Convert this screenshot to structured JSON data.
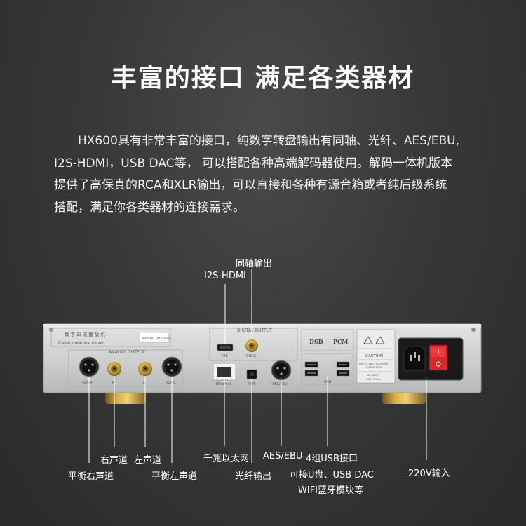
{
  "title": "丰富的接口 满足各类器材",
  "description": [
    "HX600具有非常丰富的接口，纯数字转盘输出有同轴、光纤、AES/EBU,",
    "I2S-HDMI，USB DAC等， 可以搭配各种高端解码器使用。解码一体机版本",
    "提供了高保真的RCA和XLR输出，可以直接和各种有源音箱或者纯后级系统",
    "搭配，满足你各类器材的连接需求。"
  ],
  "callouts": {
    "coax": "同轴输出",
    "i2s": "I2S-HDMI",
    "rca_right": "右声道",
    "rca_left": "左声道",
    "xlr_right": "平衡右声道",
    "xlr_left": "平衡左声道",
    "ethernet": "千兆以太网",
    "optical": "光纤输出",
    "aes": "AES/EBU",
    "usb": "4组USB接口",
    "usb_sub1": "可接U盘、USB DAC",
    "usb_sub2": "WIFI蓝牙模块等",
    "power": "220V输入"
  },
  "panel": {
    "brand_cn": "数 字 串 流 播 放 机",
    "brand_en": "Digital streaming player",
    "model": "Model : HX600",
    "analog_output": "ANALOG OUTPUT",
    "digital_output": "DIGITAL OUTPUT",
    "xlr_r": "XLR-R",
    "xlr_l": "XLR-L",
    "r": "R",
    "l": "L",
    "i2s": "I2S",
    "coax": "COAX",
    "ethernet": "Ethernet",
    "opt": "OPT",
    "aes": "AES/EBU",
    "usb": "USB",
    "dsd": "DSD",
    "pcm": "PCM",
    "caution": "CAUTION",
    "risk": "RISK OF ELECTRIC SHOCK",
    "do_not_open": "DO NOT OPEN",
    "ac_input": "AC INPUT",
    "ac_spec": "220V/50Hz"
  },
  "colors": {
    "background": "#333333",
    "chassis": "#cfd0d0",
    "power_switch": "#d8262c",
    "gold": "#c9a23e",
    "text": "#ffffff"
  }
}
